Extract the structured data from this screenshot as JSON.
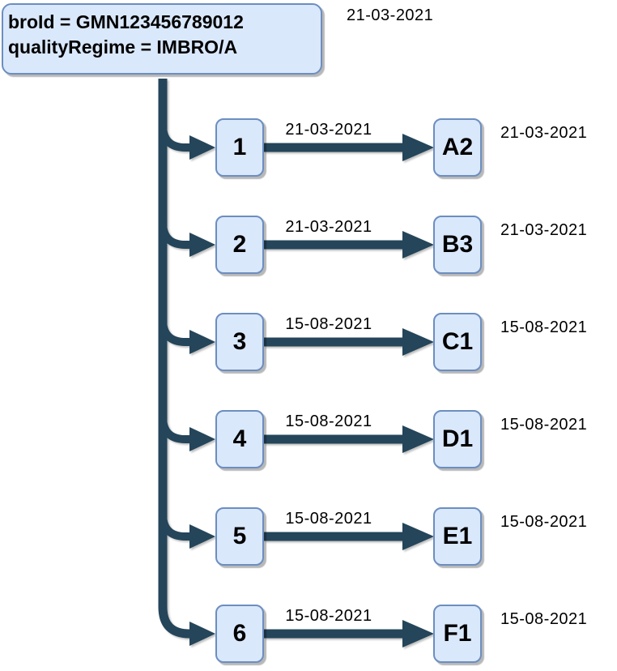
{
  "diagram": {
    "root": {
      "line1": "broId = GMN123456789012",
      "line2": "qualityRegime = IMBRO/A",
      "date": "21-03-2021"
    },
    "colors": {
      "node_fill": "#dae8fc",
      "node_border": "#6c8ebf",
      "connector": "#24455a"
    },
    "rows": [
      {
        "num": "1",
        "edge_date": "21-03-2021",
        "letter": "A2",
        "right_date": "21-03-2021"
      },
      {
        "num": "2",
        "edge_date": "21-03-2021",
        "letter": "B3",
        "right_date": "21-03-2021"
      },
      {
        "num": "3",
        "edge_date": "15-08-2021",
        "letter": "C1",
        "right_date": "15-08-2021"
      },
      {
        "num": "4",
        "edge_date": "15-08-2021",
        "letter": "D1",
        "right_date": "15-08-2021"
      },
      {
        "num": "5",
        "edge_date": "15-08-2021",
        "letter": "E1",
        "right_date": "15-08-2021"
      },
      {
        "num": "6",
        "edge_date": "15-08-2021",
        "letter": "F1",
        "right_date": "15-08-2021"
      }
    ]
  }
}
